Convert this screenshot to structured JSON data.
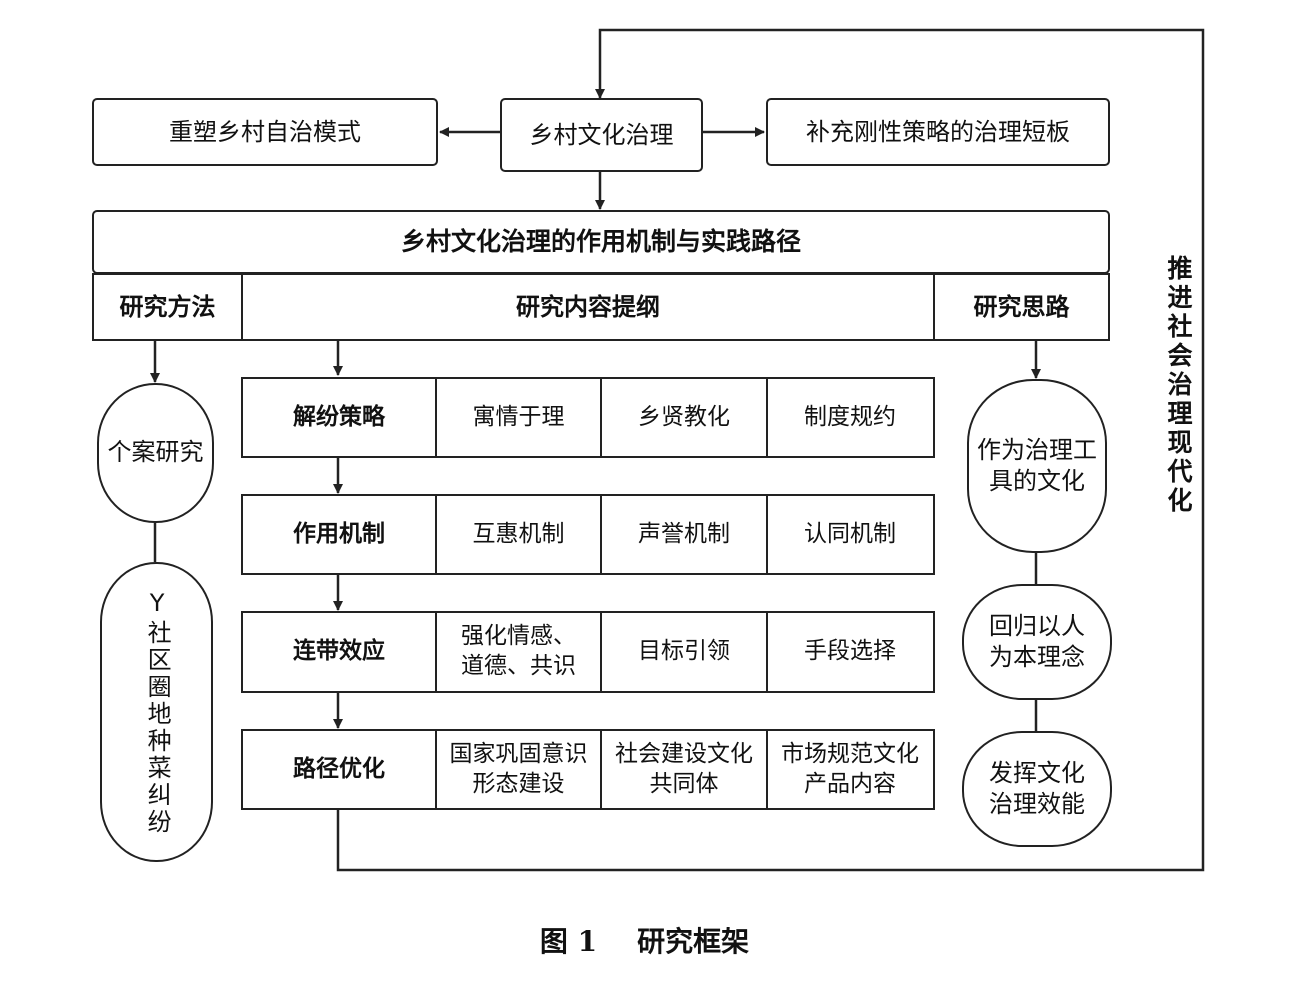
{
  "top": {
    "center": "乡村文化治理",
    "left": "重塑乡村自治模式",
    "right": "补充刚性策略的治理短板"
  },
  "header": {
    "title": "乡村文化治理的作用机制与实践路径",
    "methods": "研究方法",
    "outline": "研究内容提纲",
    "thinking": "研究思路"
  },
  "side_label": "推进社会治理现代化",
  "methods": {
    "case_study": "个案研究",
    "case_name": "Y社区圈地种菜纠纷"
  },
  "rows": [
    {
      "head": "解纷策略",
      "cells": [
        "寓情于理",
        "乡贤教化",
        "制度规约"
      ]
    },
    {
      "head": "作用机制",
      "cells": [
        "互惠机制",
        "声誉机制",
        "认同机制"
      ]
    },
    {
      "head": "连带效应",
      "cells": [
        "强化情感、道德、共识",
        "目标引领",
        "手段选择"
      ]
    },
    {
      "head": "路径优化",
      "cells": [
        "国家巩固意识形态建设",
        "社会建设文化共同体",
        "市场规范文化产品内容"
      ]
    }
  ],
  "thinking": [
    "作为治理工具的文化",
    "回归以人为本理念",
    "发挥文化治理效能"
  ],
  "caption": {
    "fig": "图 1",
    "title": "研究框架"
  }
}
